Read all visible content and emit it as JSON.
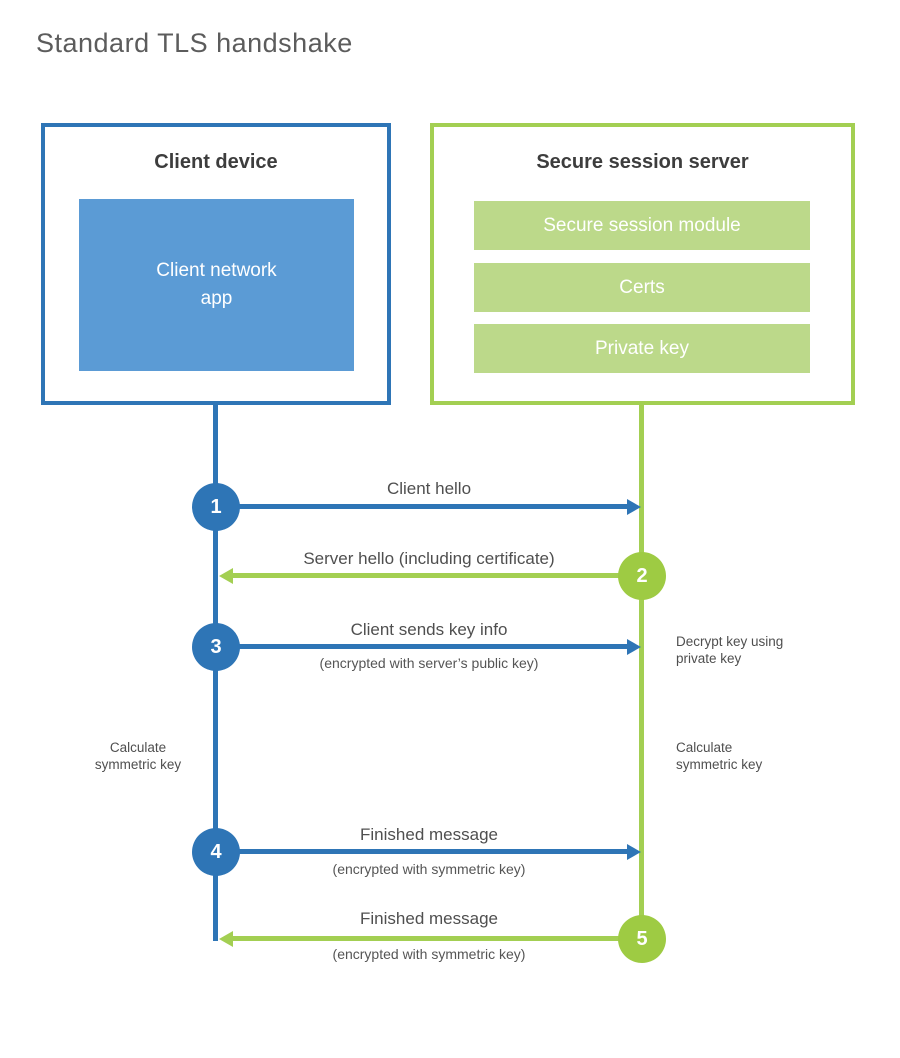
{
  "title": "Standard TLS handshake",
  "colors": {
    "blue": "#2e75b6",
    "blue_fill": "#5b9bd5",
    "green": "#a3cf52",
    "green_fill": "#bcd98a",
    "green_circle": "#9ecb43",
    "header_text": "#3d3d3d",
    "label_text": "#4f4f4f",
    "title_text": "#5c5c5c"
  },
  "client": {
    "header": "Client device",
    "app_line1": "Client network",
    "app_line2": "app"
  },
  "server": {
    "header": "Secure session server",
    "modules": [
      "Secure session module",
      "Certs",
      "Private key"
    ]
  },
  "steps": [
    {
      "num": "1",
      "label": "Client hello",
      "direction": "right"
    },
    {
      "num": "2",
      "label": "Server hello (including certificate)",
      "direction": "left"
    },
    {
      "num": "3",
      "label": "Client sends key info",
      "sub": "(encrypted with server’s public key)",
      "direction": "right"
    },
    {
      "num": "4",
      "label": "Finished message",
      "sub": "(encrypted with symmetric key)",
      "direction": "right"
    },
    {
      "num": "5",
      "label": "Finished message",
      "sub": "(encrypted with symmetric key)",
      "direction": "left"
    }
  ],
  "notes": {
    "decrypt_key": "Decrypt key using private key",
    "calculate_left": "Calculate symmetric key",
    "calculate_right": "Calculate symmetric key"
  }
}
